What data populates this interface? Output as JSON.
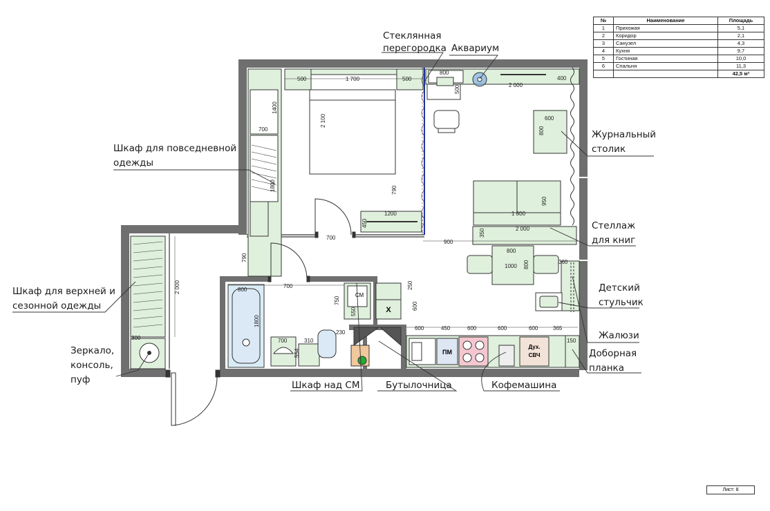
{
  "area_table": {
    "headers": [
      "№",
      "Наименование",
      "Площадь"
    ],
    "rows": [
      {
        "no": "1",
        "name": "Прихожая",
        "area": "5,1"
      },
      {
        "no": "2",
        "name": "Коридор",
        "area": "2,1"
      },
      {
        "no": "3",
        "name": "Санузел",
        "area": "4,3"
      },
      {
        "no": "4",
        "name": "Кухня",
        "area": "9,7"
      },
      {
        "no": "5",
        "name": "Гостиная",
        "area": "10,0"
      },
      {
        "no": "6",
        "name": "Спальня",
        "area": "11,3"
      }
    ],
    "total": "42,5 м²"
  },
  "callouts": {
    "glass_partition": [
      "Стеклянная",
      "перегородка"
    ],
    "aquarium": "Аквариум",
    "wardrobe_daily": [
      "Шкаф для повседневной",
      "одежды"
    ],
    "coffee_table": [
      "Журнальный",
      "столик"
    ],
    "bookshelf": [
      "Стеллаж",
      "для книг"
    ],
    "wardrobe_outer": [
      "Шкаф для верхней и",
      "сезонной одежды"
    ],
    "child_chair": [
      "Детский",
      "стульчик"
    ],
    "blinds": "Жалюзи",
    "mirror": [
      "Зеркало,",
      "консоль,",
      "пуф"
    ],
    "extra_plank": [
      "Доборная",
      "планка"
    ],
    "cabinet_wm": "Шкаф над СМ",
    "bottle_rack": "Бутылочница",
    "coffee_machine": "Кофемашина"
  },
  "appliances": {
    "pm": "ПМ",
    "oven_line1": "Дух.",
    "oven_line2": "СВЧ",
    "wm": "СМ",
    "x_mark": "X"
  },
  "dimensions": {
    "d500a": "500",
    "d1700": "1 700",
    "d500b": "500",
    "d800a": "800",
    "d500c": "500",
    "d2000a": "2 000",
    "d400": "400",
    "d1400": "1400",
    "d700a": "700",
    "d2100": "2 100",
    "d1800a": "1800",
    "d600a": "600",
    "d800b": "800",
    "d1200": "1200",
    "d450a": "450",
    "d700b": "700",
    "d1800b": "1 800",
    "d950": "950",
    "d2000b": "2 000",
    "d350a": "350",
    "d900": "900",
    "d800c": "800",
    "d1000": "1000",
    "d800d": "800",
    "d360": "360",
    "d790a": "790",
    "d790b": "790",
    "d800e": "800",
    "d700c": "700",
    "d1800c": "1800",
    "d2000c": "2 000",
    "d300": "300",
    "d700d": "700",
    "d554": "554",
    "d310": "310",
    "d230": "230",
    "d750": "750",
    "d550": "550",
    "d250": "250",
    "d600b": "600",
    "d600c": "600",
    "d450b": "450",
    "d600d": "600",
    "d600e": "600",
    "d600f": "600",
    "d365": "365",
    "d150": "150"
  },
  "sheet_label": "Лист: 8",
  "colors": {
    "wall": "#6f6f6f",
    "furniture": "#dff0dc",
    "line": "#333333",
    "glass": "#2233aa",
    "kitchen_panel": "#dfe6f3",
    "hob": "#f4c7d0",
    "oven": "#f2e2d8"
  }
}
